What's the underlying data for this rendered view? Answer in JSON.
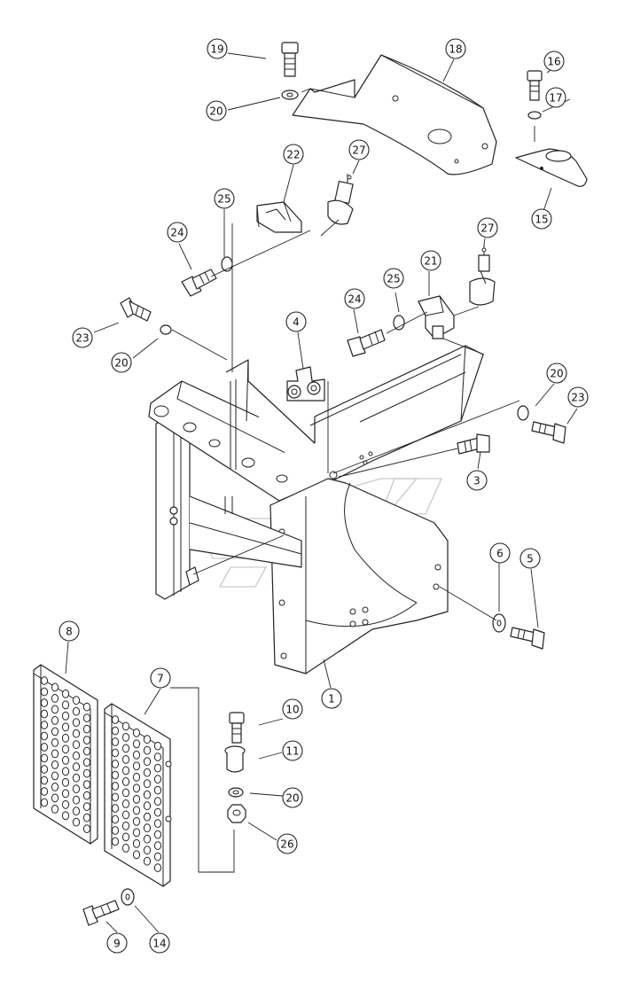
{
  "diagram": {
    "callouts": [
      {
        "label": "19"
      },
      {
        "label": "20"
      },
      {
        "label": "18"
      },
      {
        "label": "16"
      },
      {
        "label": "17"
      },
      {
        "label": "15"
      },
      {
        "label": "22"
      },
      {
        "label": "27"
      },
      {
        "label": "25"
      },
      {
        "label": "24"
      },
      {
        "label": "27"
      },
      {
        "label": "21"
      },
      {
        "label": "25"
      },
      {
        "label": "24"
      },
      {
        "label": "23"
      },
      {
        "label": "20"
      },
      {
        "label": "4"
      },
      {
        "label": "20"
      },
      {
        "label": "23"
      },
      {
        "label": "3"
      },
      {
        "label": "6"
      },
      {
        "label": "5"
      },
      {
        "label": "1"
      },
      {
        "label": "8"
      },
      {
        "label": "7"
      },
      {
        "label": "10"
      },
      {
        "label": "11"
      },
      {
        "label": "20"
      },
      {
        "label": "26"
      },
      {
        "label": "14"
      },
      {
        "label": "9"
      }
    ]
  }
}
